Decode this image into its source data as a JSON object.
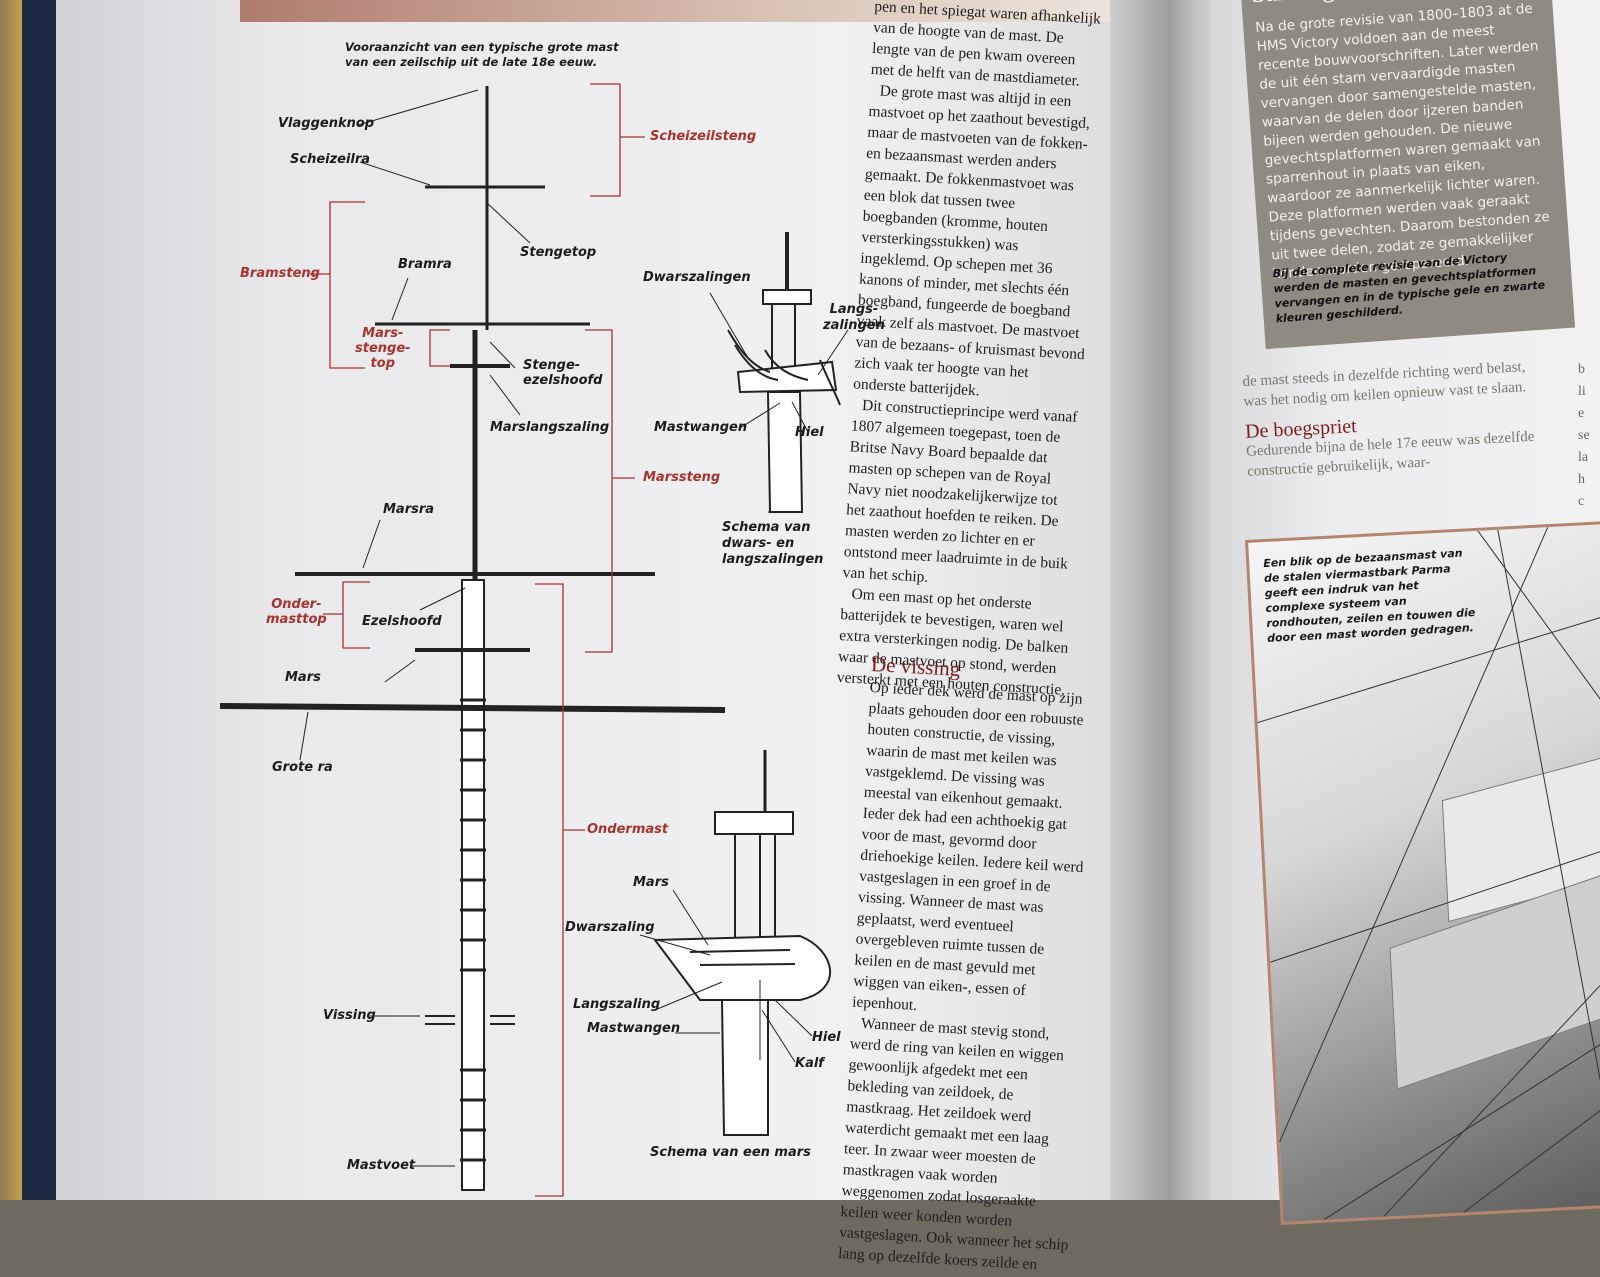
{
  "diagram": {
    "caption": "Vooraanzicht van een typische grote mast van een zeilschip uit de late 18e eeuw.",
    "labels": {
      "vlaggenknop": "Vlaggenknop",
      "scheizeilra": "Scheizeilra",
      "scheizeilsteng": "Scheizeilsteng",
      "stengetop": "Stengetop",
      "bramsteng": "Bramsteng",
      "bramra": "Bramra",
      "marsstengetop": "Mars-\nstenge-\ntop",
      "stengeezelshoofd": "Stenge-\nezelshoofd",
      "marslangszaling": "Marslangszaling",
      "marssteng": "Marssteng",
      "marsra": "Marsra",
      "ondermasttop": "Onder-\nmasttop",
      "ezelshoofd": "Ezelshoofd",
      "mars": "Mars",
      "grote_ra": "Grote ra",
      "ondermast": "Ondermast",
      "vissing": "Vissing",
      "mastvoet": "Mastvoet"
    },
    "detail_top": {
      "dwarszalingen": "Dwarszalingen",
      "langszalingen": "Langs-\nzalingen",
      "mastwangen": "Mastwangen",
      "hiel": "Hiel",
      "caption": "Schema van\ndwars- en\nlangszalingen"
    },
    "detail_bottom": {
      "mars": "Mars",
      "dwarszaling": "Dwarszaling",
      "langszaling": "Langszaling",
      "mastwangen": "Mastwangen",
      "hiel": "Hiel",
      "kalf": "Kalf",
      "caption": "Schema van een mars"
    }
  },
  "text_top": [
    "pen en het spiegat waren afhankelijk van de hoogte van de mast. De lengte van de pen kwam overeen met de helft van de mastdiameter.",
    "De grote mast was altijd in een mastvoet op het zaathout bevestigd, maar de mastvoeten van de fokken- en bezaansmast werden anders gemaakt. De fokkenmastvoet was een blok dat tussen twee boegbanden (kromme, houten versterkingsstukken) was ingeklemd. Op schepen met 36 kanons of minder, met slechts één boegband, fungeerde de boegband vaak zelf als mastvoet. De mastvoet van de bezaans- of kruismast bevond zich vaak ter hoogte van het onderste batterijdek.",
    "Dit constructieprincipe werd vanaf 1807 algemeen toegepast, toen de Britse Navy Board bepaalde dat masten op schepen van de Royal Navy niet noodzakelijkerwijze tot het zaathout hoefden te reiken. De masten werden zo lichter en er ontstond meer laadruimte in de buik van het schip.",
    "Om een mast op het onderste batterijdek te bevestigen, waren wel extra versterkingen nodig. De balken waar de mastvoet op stond, werden versterkt met een houten constructie."
  ],
  "heading_vissing": "De vissing",
  "text_bottom": [
    "Op ieder dek werd de mast op zijn plaats gehouden door een robuuste houten constructie, de vissing, waarin de mast met keilen was vastgeklemd. De vissing was meestal van eikenhout gemaakt. Ieder dek had een achthoekig gat voor de mast, gevormd door driehoekige keilen. Iedere keil werd vastgeslagen in een groef in de vissing. Wanneer de mast was geplaatst, werd eventueel overgebleven ruimte tussen de keilen en de mast gevuld met wiggen van eiken-, essen of iepenhout.",
    "Wanneer de mast stevig stond, werd de ring van keilen en wiggen gewoonlijk afgedekt met een bekleding van zeildoek, de mastkraag. Het zeildoek werd waterdicht gemaakt met een laag teer. In zwaar weer moesten de mastkragen vaak worden weggenomen zodat losgeraakte keilen weer konden worden vastgeslagen. Ook wanneer het schip lang op dezelfde koers zeilde en"
  ],
  "box": {
    "title": "Sameng",
    "text": "Na de grote revisie van 1800–1803 at de HMS Victory voldoen aan de meest recente bouwvoorschriften. Later werden de uit één stam vervaardigde masten vervangen door samengestelde masten, waarvan de delen door ijzeren banden bijeen werden gehouden. De nieuwe gevechtsplatformen waren gemaakt van sparrenhout in plaats van eiken, waardoor ze aanmerkelijk lichter waren. Deze platformen werden vaak geraakt tijdens gevechten. Daarom bestonden ze uit twee delen, zodat ze gemakkelijker konden worden gerepareerd.",
    "caption": "Bij de complete revisie van de Victory werden de masten en gevechtsplatformen vervangen en in de typische gele en zwarte kleuren geschilderd."
  },
  "right_text": {
    "para": "de mast steeds in dezelfde richting werd belast, was het nodig om keilen opnieuw vast te slaan.",
    "heading": "De boegspriet",
    "para2": "Gedurende bijna de hele 17e eeuw was dezelfde constructie gebruikelijk, waar-"
  },
  "photo_caption": "Een blik op de bezaansmast van de stalen viermastbark Parma geeft een indruk van het complexe systeem van rondhouten, zeilen en touwen die door een mast worden gedragen.",
  "margin_letters": [
    "b",
    "li",
    "e",
    "se",
    "la",
    "h",
    "c"
  ]
}
